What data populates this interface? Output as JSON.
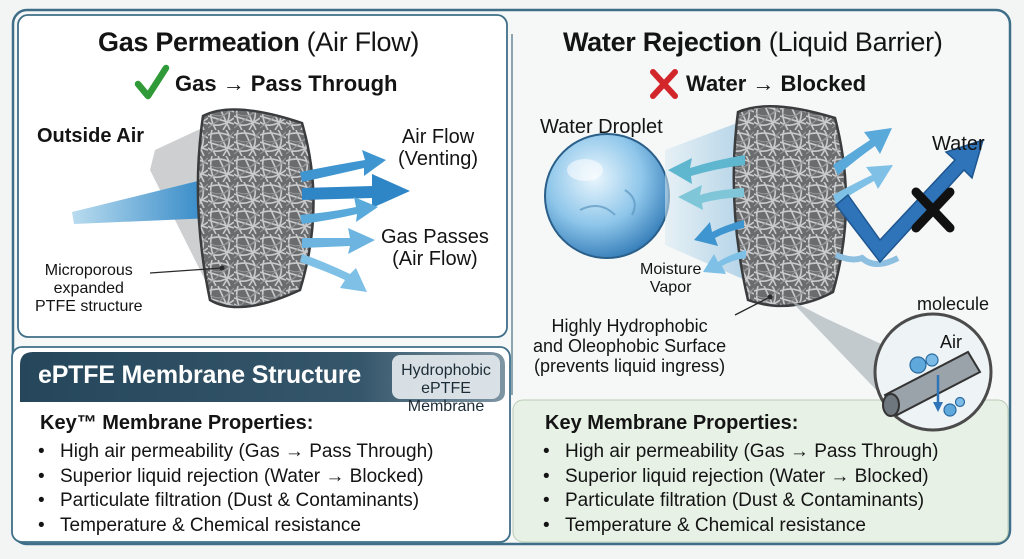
{
  "left_panel": {
    "title_bold": "Gas Permeation",
    "title_light": "(Air Flow)",
    "subtitle": "Gas → Pass Through",
    "outside_air": "Outside Air",
    "air_flow_line1": "Air Flow",
    "air_flow_line2": "(Venting)",
    "gas_passes_line1": "Gas Passes",
    "gas_passes_line2": "(Air Flow)",
    "micro_line1": "Microporous",
    "micro_line2": "expanded",
    "micro_line3": "PTFE structure"
  },
  "right_panel": {
    "title_bold": "Water Rejection",
    "title_light": "(Liquid Barrier)",
    "subtitle": "Water → Blocked",
    "water_droplet": "Water Droplet",
    "water": "Water",
    "moisture_line1": "Moisture",
    "moisture_line2": "Vapor",
    "molecule": "molecule",
    "air": "Air",
    "hydro_line1": "Highly Hydrophobic",
    "hydro_line2": "and Oleophobic Surface",
    "hydro_line3": "(prevents liquid ingress)"
  },
  "banner": {
    "title": "ePTFE Membrane Structure",
    "tag_line1": "Hydrophobic",
    "tag_line2": "ePTFE",
    "tag_line3": "Membrane"
  },
  "left_properties": {
    "heading": "Key™ Membrane Properties:",
    "items": [
      "High air permeability (Gas → Pass Through)",
      "Superior liquid rejection (Water → Blocked)",
      "Particulate filtration (Dust & Contaminants)",
      "Temperature & Chemical resistance"
    ]
  },
  "right_properties": {
    "heading": "Key Membrane Properties:",
    "items": [
      "High air permeability (Gas → Pass Through)",
      "Superior liquid rejection (Water → Blocked)",
      "Particulate filtration (Dust & Contaminants)",
      "Temperature & Chemical resistance"
    ]
  },
  "colors": {
    "check": "#2f9a37",
    "cross": "#d3262b",
    "banner": "#2c4a5c",
    "air_arrow": "#3f95cf",
    "water_arrow": "#2f73b8",
    "membrane": "#6d6e70",
    "panel_border": "#3f6f88",
    "right_props_bg": "#e7f1e6"
  },
  "icons": [
    "checkmark-icon",
    "x-mark-icon",
    "blocked-x-icon"
  ]
}
